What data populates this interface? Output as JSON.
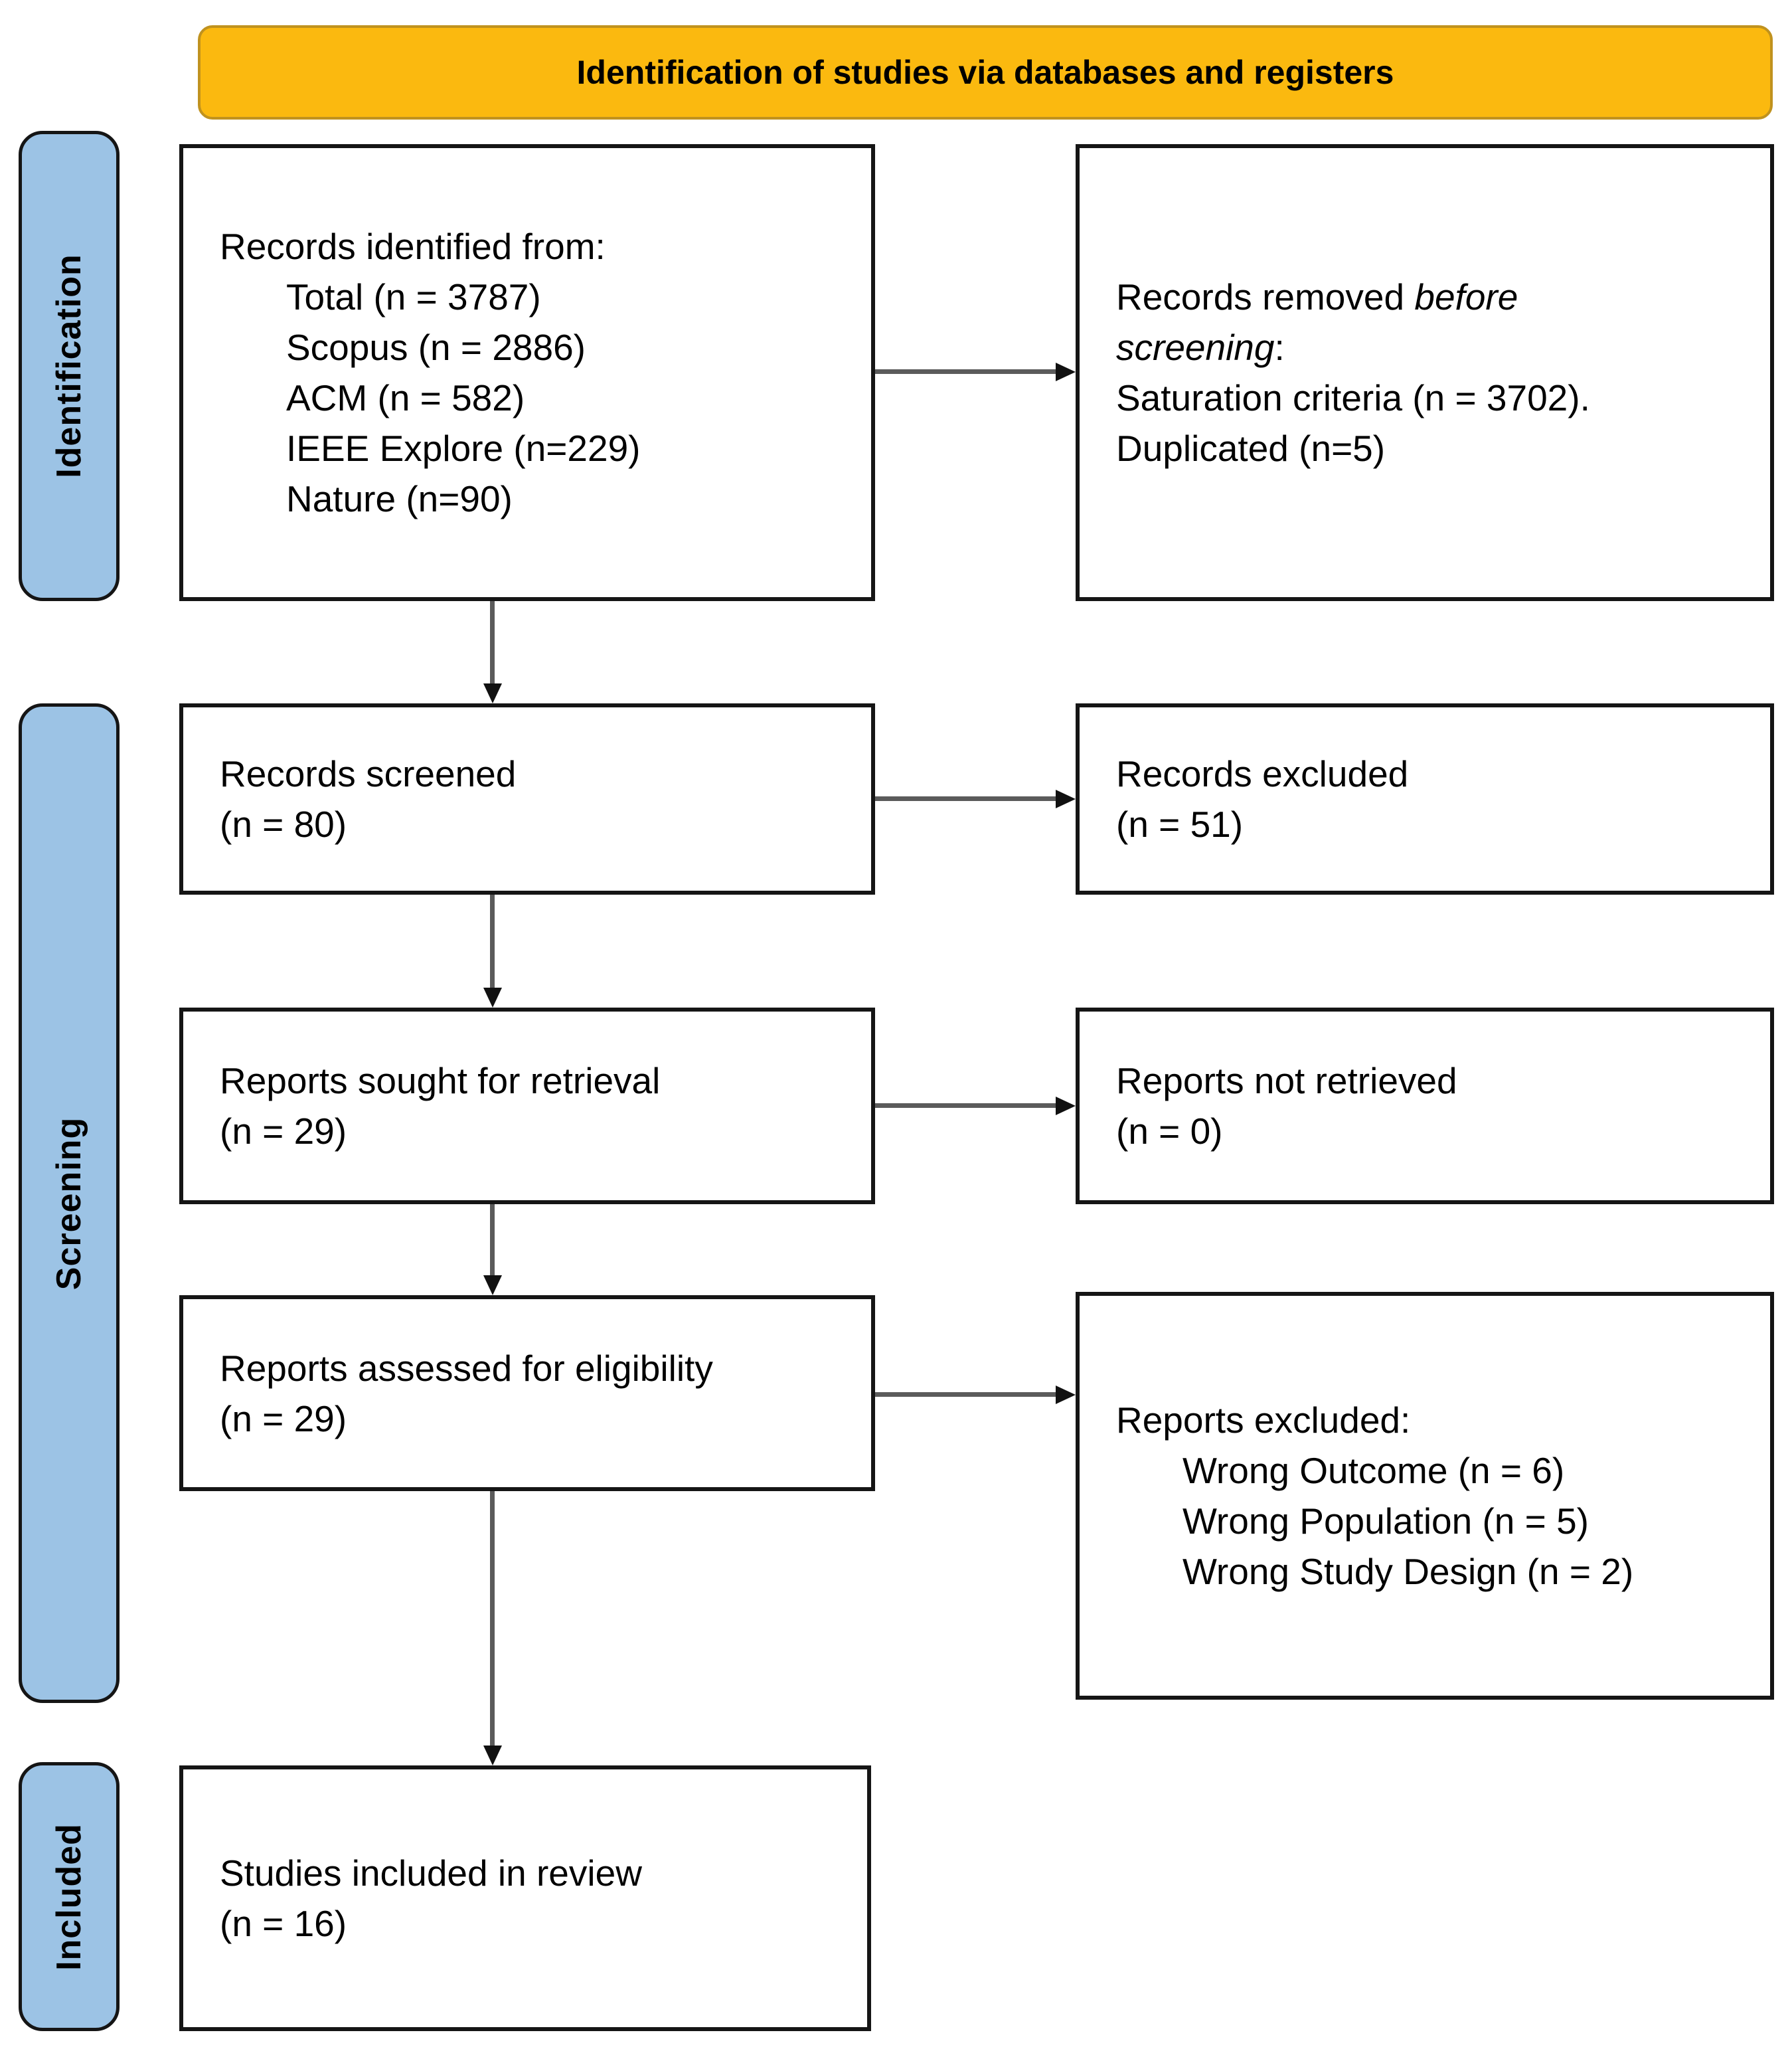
{
  "header": {
    "label": "Identification of studies via databases and registers"
  },
  "sidebar": {
    "identification": "Identification",
    "screening": "Screening",
    "included": "Included"
  },
  "boxes": {
    "records_identified": {
      "title": "Records identified from:",
      "items": [
        "Total (n = 3787)",
        "Scopus (n = 2886)",
        "ACM (n = 582)",
        "IEEE Explore (n=229)",
        "Nature (n=90)"
      ]
    },
    "records_removed": {
      "line1_normal": "Records removed ",
      "line1_italic": "before",
      "line2_italic": "screening",
      "line2_normal": ":",
      "items": [
        "Saturation criteria (n = 3702).",
        "Duplicated (n=5)"
      ]
    },
    "records_screened": {
      "line1": "Records screened",
      "line2": "(n = 80)"
    },
    "records_excluded": {
      "line1": "Records excluded",
      "line2": "(n = 51)"
    },
    "reports_sought": {
      "line1": "Reports sought for retrieval",
      "line2": "(n = 29)"
    },
    "reports_not_retrieved": {
      "line1": "Reports not retrieved",
      "line2": "(n = 0)"
    },
    "reports_assessed": {
      "line1": "Reports assessed for eligibility",
      "line2": "(n = 29)"
    },
    "reports_excluded": {
      "title": "Reports excluded:",
      "items": [
        "Wrong Outcome (n = 6)",
        "Wrong Population (n = 5)",
        "Wrong Study Design (n = 2)"
      ]
    },
    "studies_included": {
      "line1": "Studies included in review",
      "line2": "(n = 16)"
    }
  },
  "colors": {
    "header_bg": "#FBB90F",
    "header_border": "#C0921E",
    "sidebar_bg": "#9CC3E5",
    "sidebar_border": "#151515",
    "box_bg": "#FFFFFF",
    "box_border": "#151515",
    "arrow_line": "#5B5B5B",
    "arrow_head": "#111111",
    "text": "#000000"
  }
}
